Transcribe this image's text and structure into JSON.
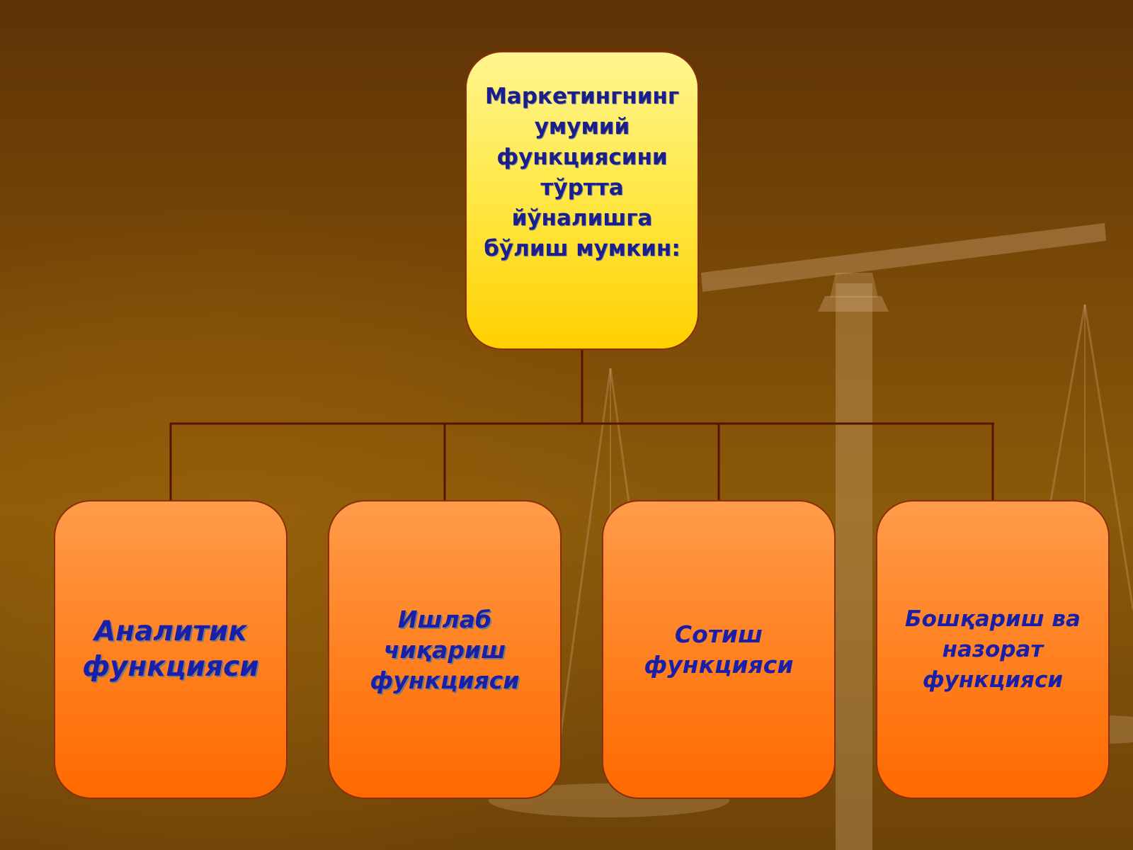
{
  "diagram": {
    "root": {
      "label_lines": [
        "Маркетингнинг",
        "умумий",
        "функциясини",
        "тўртта йўналишга",
        "бўлиш мумкин:"
      ]
    },
    "children": [
      {
        "label_lines": [
          "Аналитик",
          "функцияси"
        ]
      },
      {
        "label_lines": [
          "Ишлаб чиқариш",
          "функцияси"
        ]
      },
      {
        "label_lines": [
          "Сотиш",
          "функцияси"
        ]
      },
      {
        "label_lines": [
          "Бошқариш ва",
          "назорат",
          "функцияси"
        ]
      }
    ]
  },
  "colors": {
    "background": "#7a4a07",
    "root_fill": "#ffe94a",
    "child_fill": "#ff7f1e",
    "connector": "#5a1206",
    "text": "#1a1fa8"
  }
}
